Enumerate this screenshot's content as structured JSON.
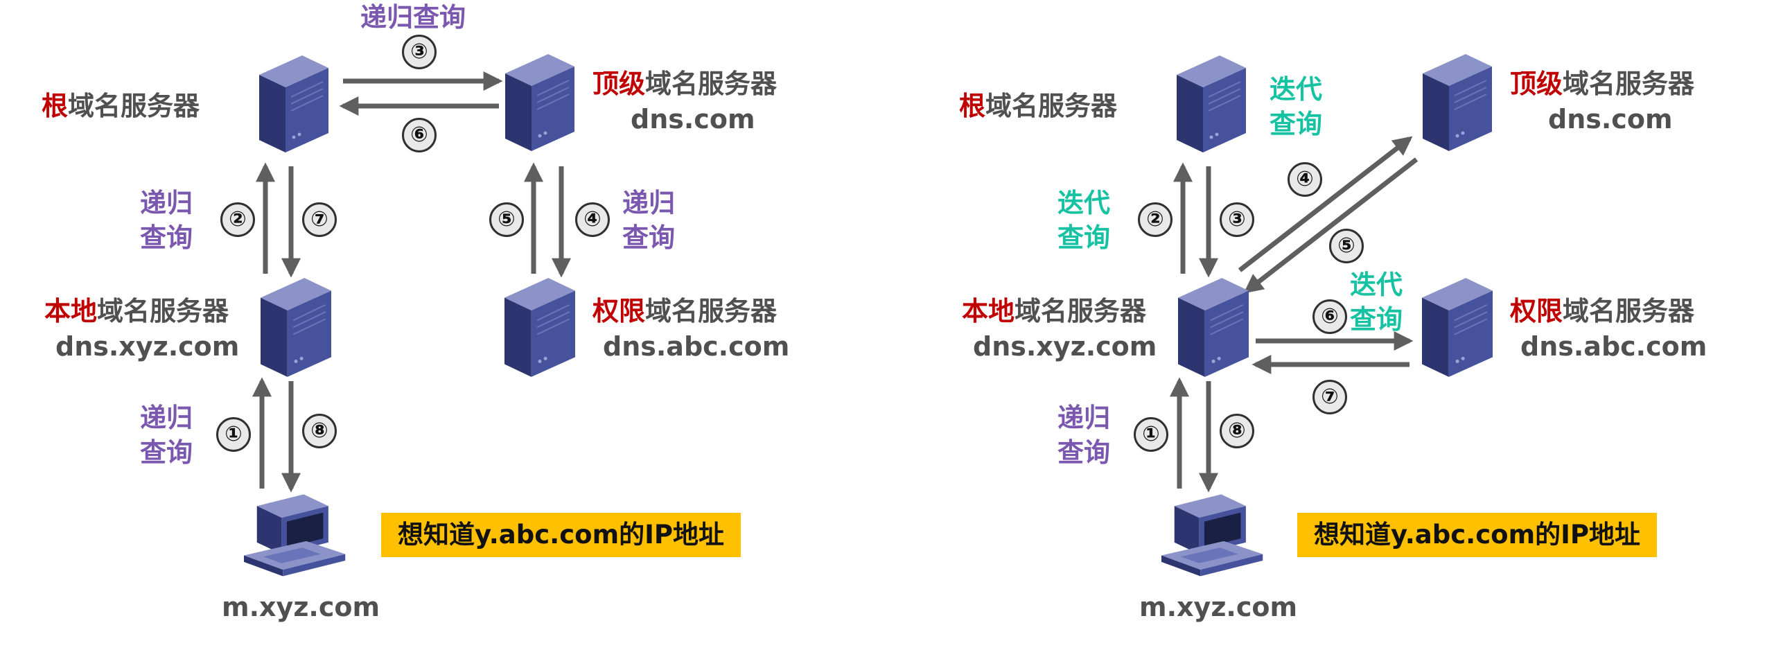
{
  "left": {
    "root_label": {
      "hl": "根",
      "rest": "域名服务器"
    },
    "tld_label": {
      "hl": "顶级",
      "rest": "域名服务器"
    },
    "tld_host": "dns.com",
    "local_label": {
      "hl": "本地",
      "rest": "域名服务器"
    },
    "local_host": "dns.xyz.com",
    "auth_label": {
      "hl": "权限",
      "rest": "域名服务器"
    },
    "auth_host": "dns.abc.com",
    "client_host": "m.xyz.com",
    "note": "想知道y.abc.com的IP地址",
    "queries": {
      "top": "递归查询",
      "root_local_line1": "递归",
      "root_local_line2": "查询",
      "tld_auth_line1": "递归",
      "tld_auth_line2": "查询",
      "client_line1": "递归",
      "client_line2": "查询"
    },
    "steps": [
      "①",
      "②",
      "③",
      "④",
      "⑤",
      "⑥",
      "⑦",
      "⑧"
    ]
  },
  "right": {
    "root_label": {
      "hl": "根",
      "rest": "域名服务器"
    },
    "tld_label": {
      "hl": "顶级",
      "rest": "域名服务器"
    },
    "tld_host": "dns.com",
    "local_label": {
      "hl": "本地",
      "rest": "域名服务器"
    },
    "local_host": "dns.xyz.com",
    "auth_label": {
      "hl": "权限",
      "rest": "域名服务器"
    },
    "auth_host": "dns.abc.com",
    "client_host": "m.xyz.com",
    "note": "想知道y.abc.com的IP地址",
    "queries": {
      "root_line1": "迭代",
      "root_line2": "查询",
      "local_root_line1": "迭代",
      "local_root_line2": "查询",
      "auth_line1": "迭代",
      "auth_line2": "查询",
      "client_line1": "递归",
      "client_line2": "查询"
    },
    "steps": [
      "①",
      "②",
      "③",
      "④",
      "⑤",
      "⑥",
      "⑦",
      "⑧"
    ]
  },
  "colors": {
    "highlight": "#c00000",
    "recursive": "#7b58b0",
    "iterative": "#17c2a3",
    "note_bg": "#ffc000",
    "server_body": "#3a4488",
    "arrow": "#5f5f5f"
  },
  "icons": {
    "server": "server-tower-icon",
    "client": "desktop-computer-icon"
  }
}
